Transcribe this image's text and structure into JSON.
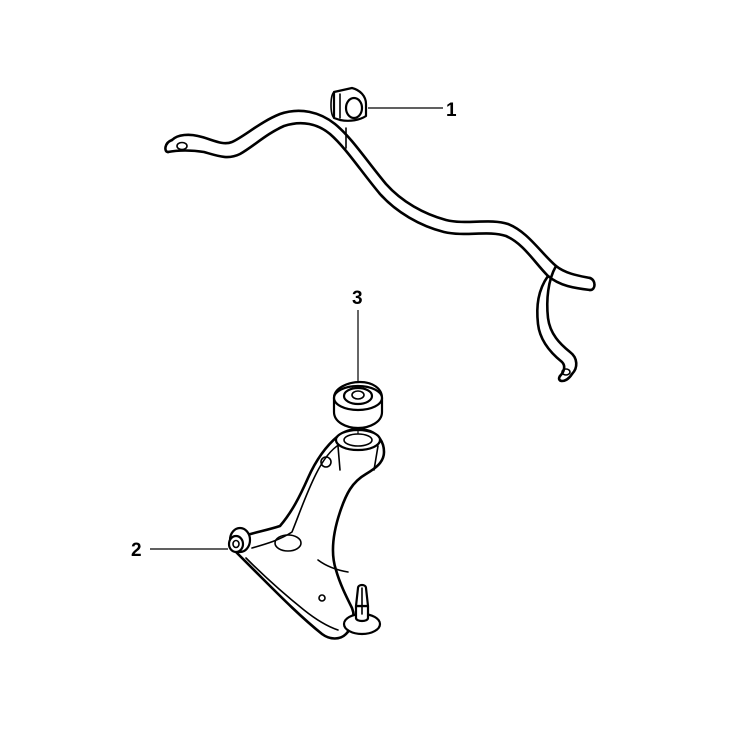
{
  "callouts": {
    "c1": "1",
    "c2": "2",
    "c3": "3"
  },
  "parts": {
    "stabilizer_bar_bushing": "bushing-icon",
    "stabilizer_bar": "sway-bar-icon",
    "lower_control_arm": "control-arm-icon",
    "arm_bushing": "bushing-icon",
    "ball_joint": "ball-joint-icon"
  },
  "colors": {
    "line": "#000000",
    "background": "#ffffff"
  }
}
